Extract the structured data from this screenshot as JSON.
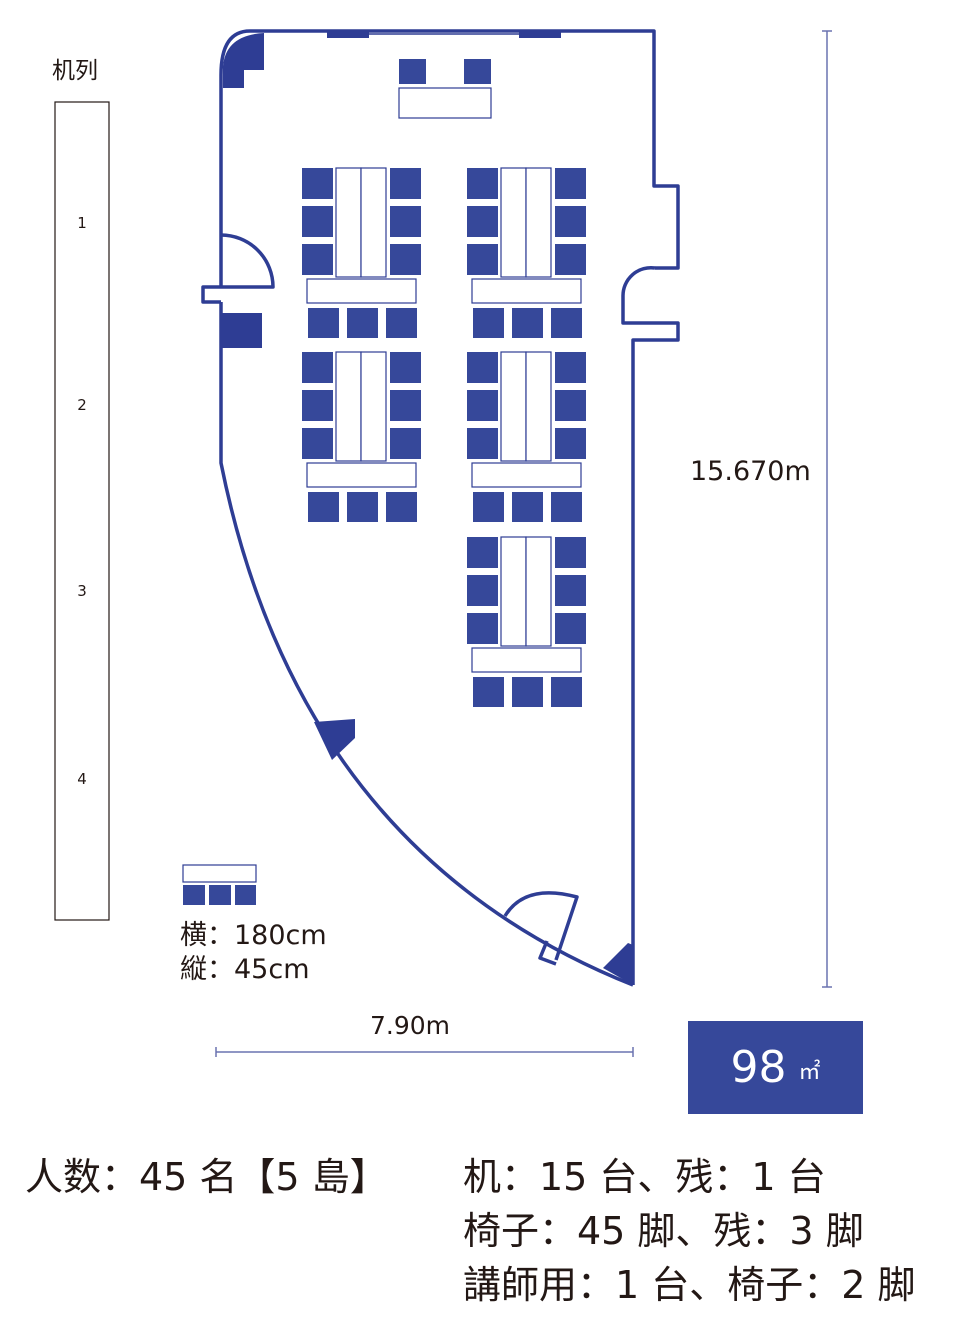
{
  "plan": {
    "row_header": "机列",
    "row_numbers": [
      "1",
      "2",
      "3",
      "4"
    ],
    "dimension_vertical": "15.670m",
    "dimension_horizontal": "7.90m",
    "desk_size": {
      "width_label": "横：180cm",
      "depth_label": "縦：45cm"
    },
    "area": {
      "value": "98",
      "unit": "㎡"
    },
    "colors": {
      "accent": "#36489a",
      "line": "#2e3d94",
      "dimension_line": "#6a73b0",
      "text": "#231815"
    }
  },
  "summary": {
    "capacity": "人数：45 名【5 島】",
    "specs": [
      "机：15 台、残：1 台",
      "椅子：45 脚、残：3 脚",
      "講師用：1 台、椅子：2 脚"
    ]
  }
}
